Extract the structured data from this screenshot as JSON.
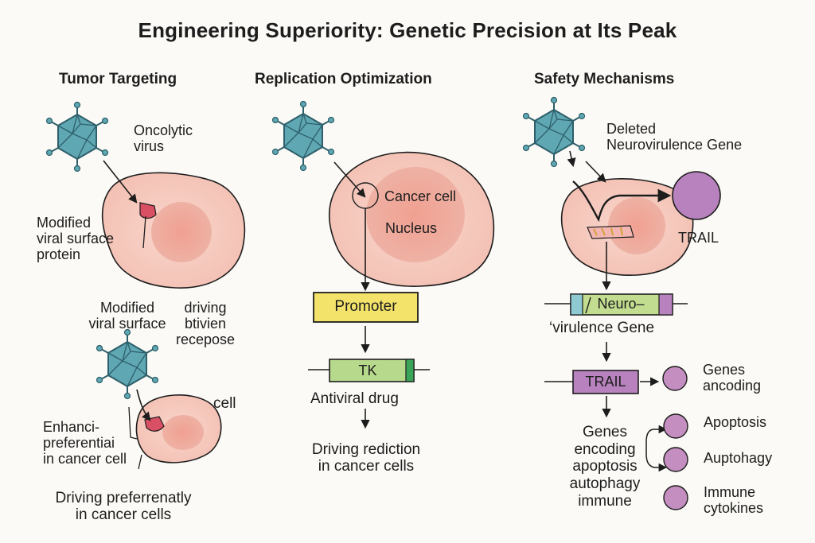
{
  "title": "Engineering Superiority: Genetic Precision at Its Peak",
  "colors": {
    "virus": "#5ea7b3",
    "virus_dark": "#2e5f6a",
    "cell": "#f6c9be",
    "nucleus": "#ee9a8c",
    "promoter_box": "#f3e36a",
    "tk_box": "#b7d98c",
    "tk_tag": "#3aa558",
    "trail_box": "#b782bd",
    "gene_circle": "#c48ec0",
    "neuro_box": "#c2dd8f",
    "neuro_left": "#8fc9d1",
    "neuro_right": "#b782bd"
  },
  "left": {
    "heading": "Tumor Targeting",
    "virus_label": "Oncolytic\nvirus",
    "protein_label": "Modified\nviral surface\nprotein",
    "modified_label": "Modified\nviral surface",
    "receptor_label": "driving\nbtivien\nrecepose",
    "cell_label": "cell",
    "enhanced_label": "Enhanci-\npreferentiai\nin cancer cell",
    "bottom_label": "Driving preferrenatly\nin cancer cells"
  },
  "middle": {
    "heading": "Replication Optimization",
    "cancer_cell_label": "Cancer cell",
    "nucleus_label": "Nucleus",
    "promoter_label": "Promoter",
    "tk_label": "TK",
    "antiviral_label": "Antiviral drug",
    "bottom_label": "Driving rediction\nin cancer cells"
  },
  "right": {
    "heading": "Safety Mechanisms",
    "deleted_label": "Deleted\nNeurovirulence Gene",
    "trail_top_label": "TRAIL",
    "neuro_box_label": "Neuro–",
    "neuro_cont_label": "‘virulence Gene",
    "trail_box_label": "TRAIL",
    "genes_encoding_label": "Genes\nancoding",
    "apoptosis_label": "Apoptosis",
    "autophagy_label": "Auptohagy",
    "immune_label": "Immune\ncytokines",
    "bottom_label": "Genes\nencoding\napoptosis\nautophagy\nimmune"
  }
}
